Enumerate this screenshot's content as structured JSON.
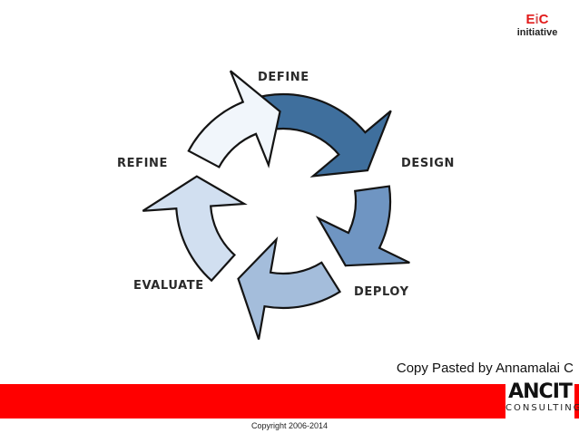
{
  "brand": {
    "eic_mark": {
      "part1": "E",
      "part2": "i",
      "part3": "C"
    },
    "eic_subtitle": "initiative"
  },
  "cycle": {
    "stages": [
      {
        "label": "DEFINE",
        "color": "#3f6f9d"
      },
      {
        "label": "DESIGN",
        "color": "#6f95c2"
      },
      {
        "label": "DEPLOY",
        "color": "#a4bddb"
      },
      {
        "label": "EVALUATE",
        "color": "#d1dff0"
      },
      {
        "label": "REFINE",
        "color": "#f1f6fb"
      }
    ],
    "outline_color": "#141414"
  },
  "credit": "Copy Pasted by Annamalai C",
  "footer": {
    "band_color": "#ff0000",
    "company_name": "ANCIT",
    "company_sub": "CONSULTING",
    "copyright": "Copyright 2006-2014"
  }
}
